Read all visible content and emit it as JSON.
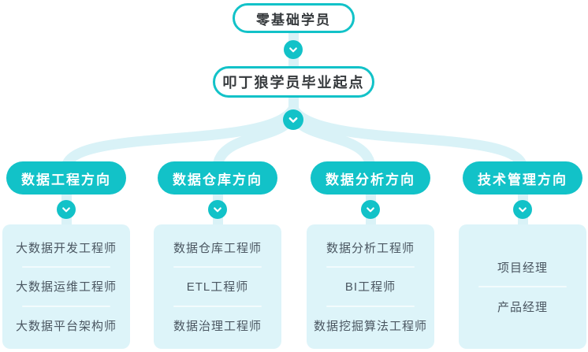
{
  "colors": {
    "teal": "#12c2c8",
    "light": "#d9f2f7",
    "box": "#ddf4f9",
    "ink": "#35393c",
    "role": "#4a5661",
    "divider": "#f2fbfd"
  },
  "flow": {
    "root_label": "零基础学员",
    "milestone_label": "叩丁狼学员毕业起点",
    "branches": [
      {
        "title": "数据工程方向",
        "roles": [
          "大数据开发工程师",
          "大数据运维工程师",
          "大数据平台架构师"
        ]
      },
      {
        "title": "数据仓库方向",
        "roles": [
          "数据仓库工程师",
          "ETL工程师",
          "数据治理工程师"
        ]
      },
      {
        "title": "数据分析方向",
        "roles": [
          "数据分析工程师",
          "BI工程师",
          "数据挖掘算法工程师"
        ]
      },
      {
        "title": "技术管理方向",
        "roles": [
          "项目经理",
          "产品经理"
        ]
      }
    ]
  },
  "icons": {
    "chevron_down": "chevron-down"
  }
}
